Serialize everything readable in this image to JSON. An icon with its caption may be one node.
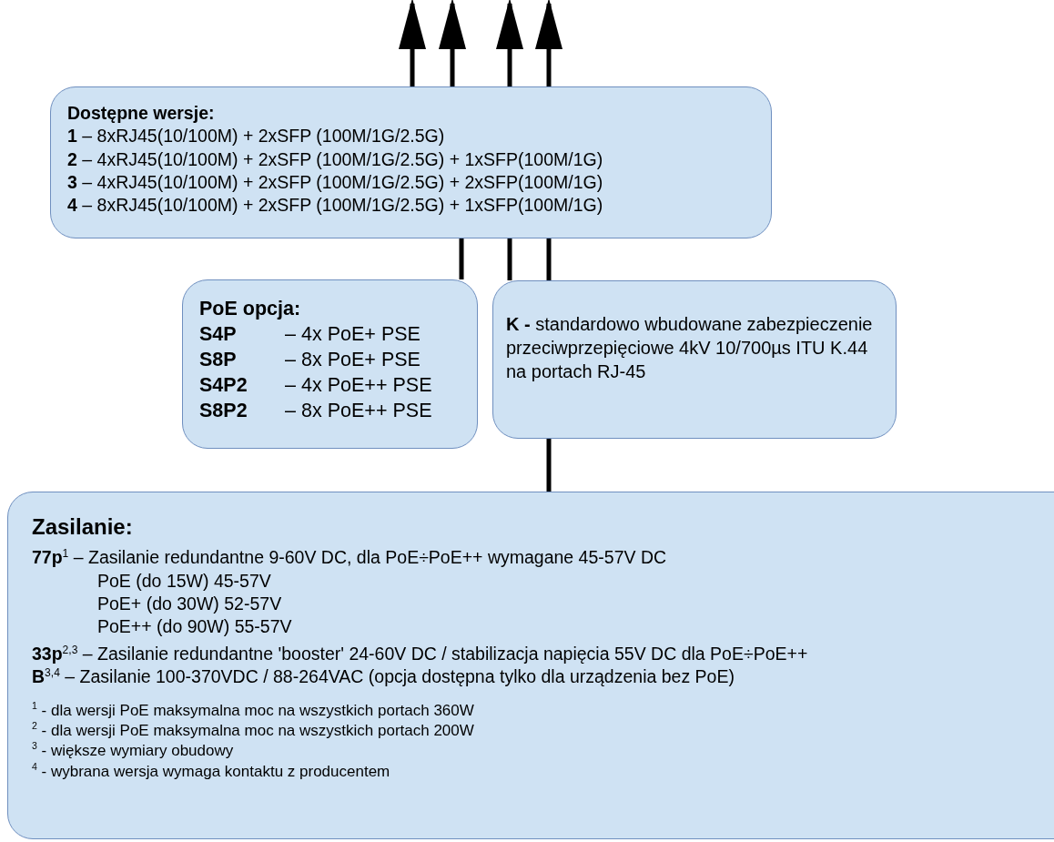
{
  "diagram": {
    "nodes": [
      {
        "text": [
          "Dostępne wersje:",
          "**1** – 8xRJ45(10/100M) + 2xSFP (100M/1G/2.5G)",
          "**2** – 4xRJ45(10/100M) + 2xSFP (100M/1G/2.5G) + 1xSFP(100M/1G)",
          "**3** – 4xRJ45(10/100M) + 2xSFP (100M/1G/2.5G) + 2xSFP(100M/1G)",
          "**4** – 8xRJ45(10/100M) + 2xSFP (100M/1G/2.5G) + 1xSFP(100M/1G)"
        ]
      },
      {
        "text": [
          "PoE opcja:",
          "**S4P** – 4x PoE+ PSE",
          "**S8P** – 8x PoE+ PSE",
          "**S4P2** – 4x PoE++ PSE",
          "**S8P2** – 8x PoE++ PSE"
        ]
      },
      {
        "text": [
          "**K -** standardowo wbudowane zabezpieczenie przeciwprzepięciowe 4kV 10/700µs ITU K.44 na portach RJ-45"
        ]
      },
      {
        "text": [
          "Zasilanie:",
          "**77p**$^{1}$ – Zasilanie redundantne 9-60V DC, dla PoE÷PoE++ wymagane 45-57V DC",
          "PoE (do 15W) 45-57V",
          "PoE+ (do 30W) 52-57V",
          "PoE++ (do 90W) 55-57V",
          "**33p**$^{2,3}$ – Zasilanie redundantne 'booster' 24-60V DC / stabilizacja napięcia 55V DC dla PoE÷PoE++",
          "**B**$^{3,4}$ – Zasilanie 100-370VDC / 88-264VAC (opcja dostępna tylko dla urządzenia bez PoE)",
          "$^{1}$ - dla wersji PoE maksymalna moc na wszystkich portach 360W",
          "$^{2}$ - dla wersji PoE maksymalna moc na wszystkich portach 200W",
          "$^{3}$ - większe wymiary obudowy",
          "$^{4}$ - wybrana wersja wymaga kontaktu z producentem"
        ]
      }
    ],
    "edges": [
      {
        "from": 0,
        "to": null,
        "arrow": "to"
      },
      {
        "from": 0,
        "to": null,
        "arrow": "to"
      },
      {
        "from": 0,
        "to": null,
        "arrow": "to"
      },
      {
        "from": 0,
        "to": null,
        "arrow": "to"
      },
      {
        "from": 1,
        "to": 0,
        "arrow": "none"
      },
      {
        "from": 2,
        "to": 0,
        "arrow": "none"
      },
      {
        "from": 2,
        "to": 0,
        "arrow": "none"
      },
      {
        "from": 3,
        "to": 2,
        "arrow": "none"
      }
    ]
  }
}
